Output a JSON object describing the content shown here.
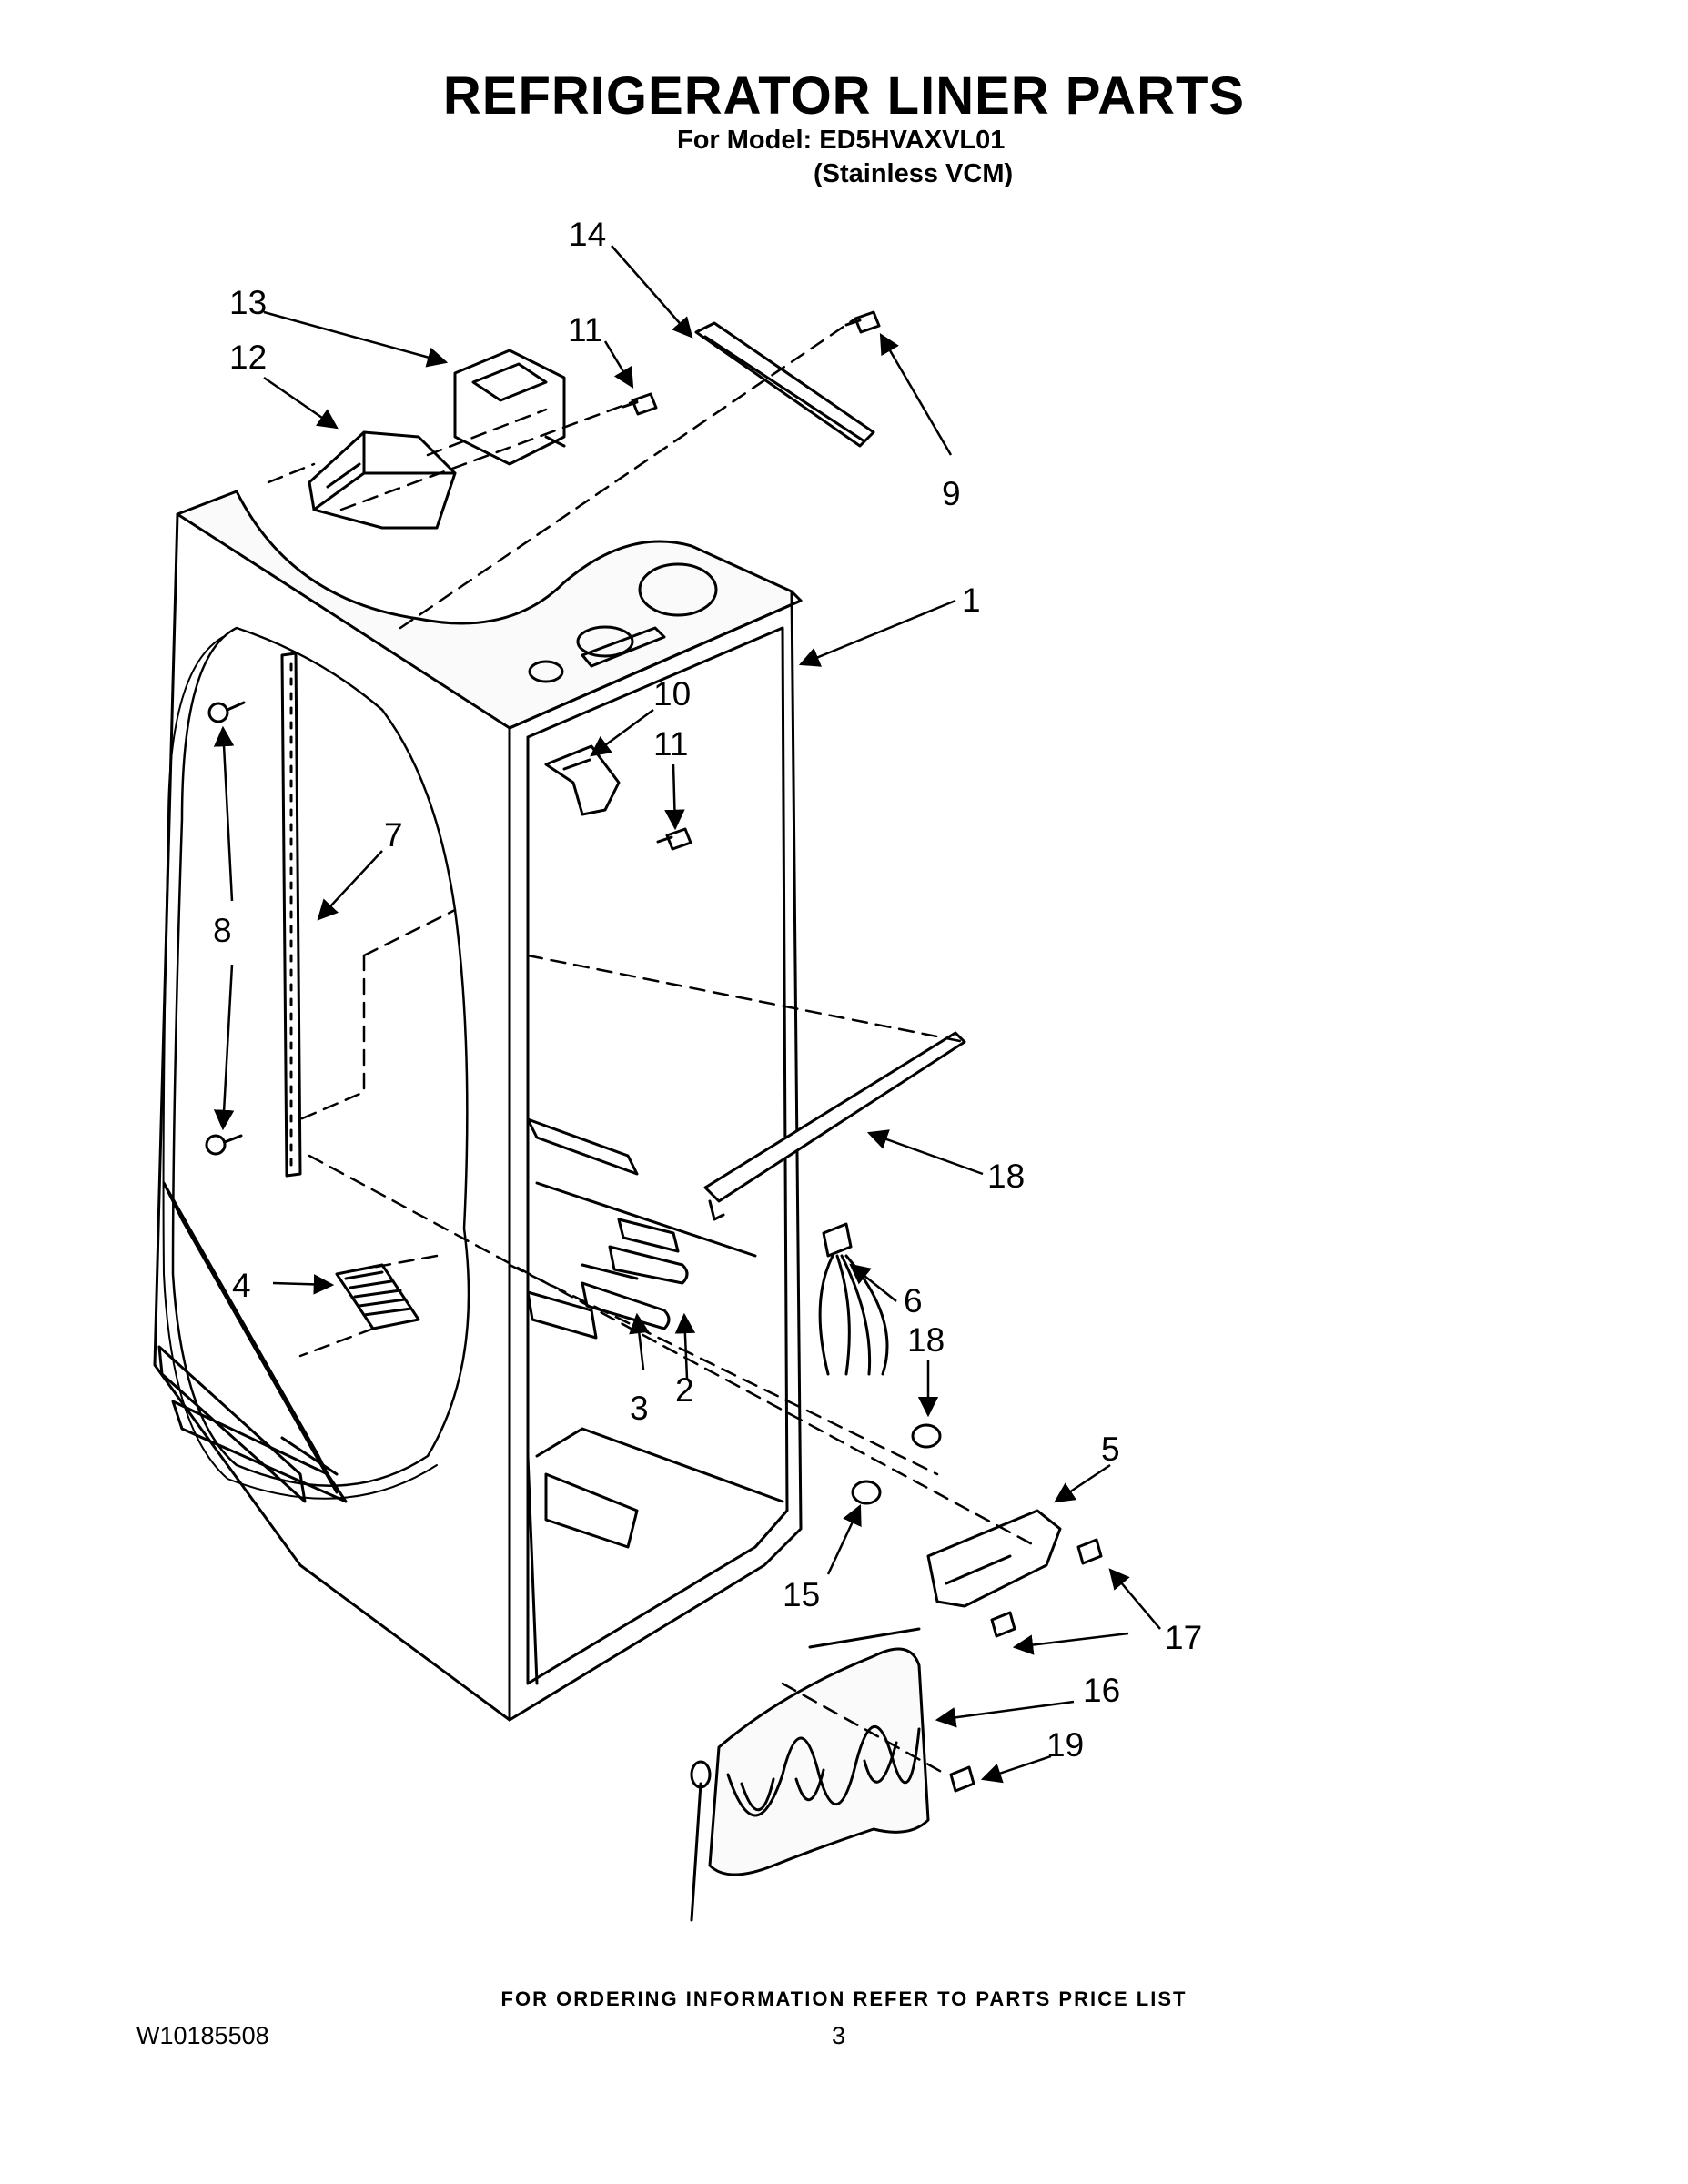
{
  "header": {
    "title": "REFRIGERATOR LINER PARTS",
    "model_line": "For Model: ED5HVAXVL01",
    "variant_line": "(Stainless VCM)"
  },
  "callouts": [
    "1",
    "2",
    "3",
    "4",
    "5",
    "6",
    "7",
    "8",
    "9",
    "10",
    "11",
    "11",
    "12",
    "13",
    "14",
    "15",
    "16",
    "17",
    "18",
    "18",
    "19"
  ],
  "footer": {
    "ordering_note": "FOR ORDERING INFORMATION REFER TO PARTS PRICE LIST",
    "doc_number": "W10185508",
    "page_number": "3"
  }
}
